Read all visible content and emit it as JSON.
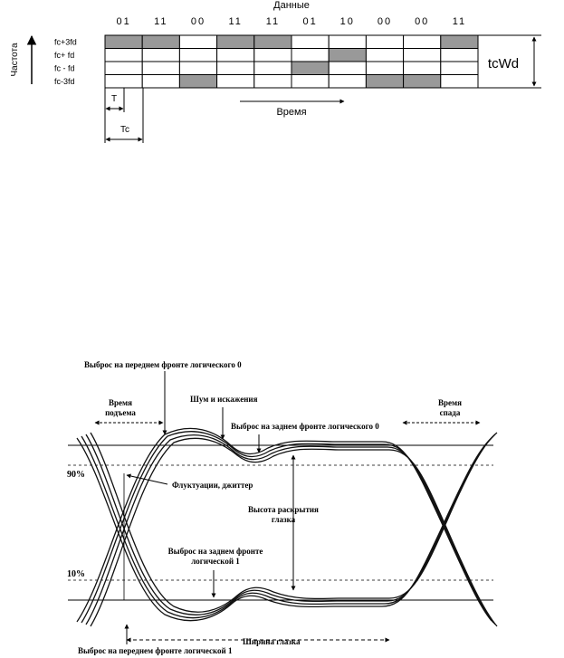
{
  "fsk": {
    "title": "Данные",
    "bits": [
      "01",
      "11",
      "00",
      "11",
      "11",
      "01",
      "10",
      "00",
      "00",
      "11"
    ],
    "row_labels": [
      "fc+3fd",
      "fc+ fd",
      "fc - fd",
      "fc-3fd"
    ],
    "active_row_per_bit": [
      0,
      0,
      3,
      0,
      0,
      2,
      1,
      3,
      3,
      0
    ],
    "freq_axis_label": "Частота",
    "time_axis_label": "Время",
    "symbol_label": "T",
    "period_label": "Tc",
    "bandwidth_label": "tcWd",
    "cell_fill": "#999999"
  },
  "eye": {
    "overshoot_leading_0": "Выброс на переднем фронте логического 0",
    "rise_time": "Время подъема",
    "noise": "Шум и искажения",
    "overshoot_trailing_0": "Выброс на заднем фронте логического 0",
    "fall_time": "Время спада",
    "level_90": "90%",
    "jitter": "Флуктуации, джиттер",
    "eye_height": "Высота раскрытия глазка",
    "overshoot_trailing_1": "Выброс на заднем фронте логической 1",
    "level_10": "10%",
    "eye_width": "Ширина глазка",
    "overshoot_leading_1": "Выброс на переднем фронте логической 1"
  }
}
